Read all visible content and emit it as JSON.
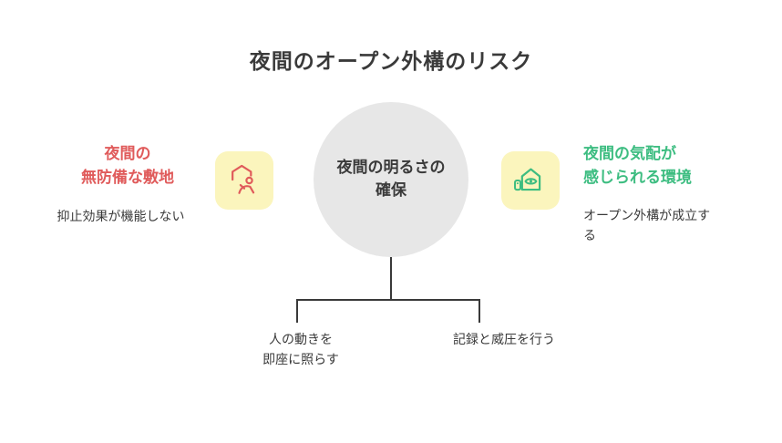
{
  "title": "夜間のオープン外構のリスク",
  "left_block": {
    "heading_line1": "夜間の",
    "heading_line2": "無防備な敷地",
    "subtext": "抑止効果が機能しない"
  },
  "center_circle": {
    "line1": "夜間の明るさの",
    "line2": "確保"
  },
  "right_block": {
    "heading_line1": "夜間の気配が",
    "heading_line2": "感じられる環境",
    "subtext": "オープン外構が成立する"
  },
  "branches": {
    "left_line1": "人の動きを",
    "left_line2": "即座に照らす",
    "right_label": "記録と威圧を行う"
  },
  "icons": {
    "left": "house-intruder-icon",
    "right": "house-surveillance-icon"
  },
  "colors": {
    "risk_red": "#e05b5b",
    "safe_green": "#3dbd81",
    "icon_bg_yellow": "#fbf5bd",
    "circle_gray": "#e7e7e7",
    "text_dark": "#3a3a3a",
    "line_dark": "#3a3a3a",
    "background": "#ffffff"
  }
}
